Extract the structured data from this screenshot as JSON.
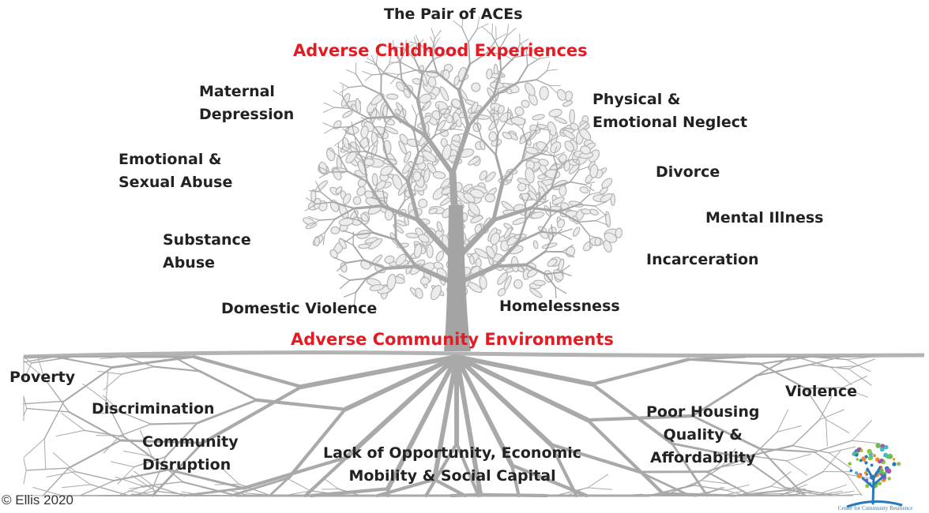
{
  "header": {
    "title": "The Pair of ACEs",
    "top_heading": "Adverse Childhood Experiences",
    "root_heading": "Adverse Community Environments"
  },
  "childhood_experiences": {
    "maternal_depression": [
      "Maternal",
      "Depression"
    ],
    "emotional_sexual_abuse": [
      "Emotional &",
      "Sexual Abuse"
    ],
    "substance_abuse": [
      "Substance",
      "Abuse"
    ],
    "domestic_violence": [
      "Domestic Violence"
    ],
    "physical_emotional_neglect": [
      "Physical &",
      "Emotional Neglect"
    ],
    "divorce": [
      "Divorce"
    ],
    "mental_illness": [
      "Mental Illness"
    ],
    "incarceration": [
      "Incarceration"
    ],
    "homelessness": [
      "Homelessness"
    ]
  },
  "community_environments": {
    "poverty": [
      "Poverty"
    ],
    "discrimination": [
      "Discrimination"
    ],
    "community_disruption": [
      "Community",
      "Disruption"
    ],
    "lack_of_opportunity": [
      "Lack of Opportunity, Economic",
      "Mobility & Social Capital"
    ],
    "poor_housing": [
      "Poor Housing",
      "Quality &",
      "Affordability"
    ],
    "violence": [
      "Violence"
    ]
  },
  "footer": {
    "copyright": "© Ellis 2020",
    "logo_text": "Center for Community Resilience"
  },
  "colors": {
    "heading_red": "#e31b23",
    "text": "#222222",
    "tree_gray": "#a7a7a7",
    "logo_blue": "#2a79b8",
    "logo_green": "#6abf4b"
  }
}
